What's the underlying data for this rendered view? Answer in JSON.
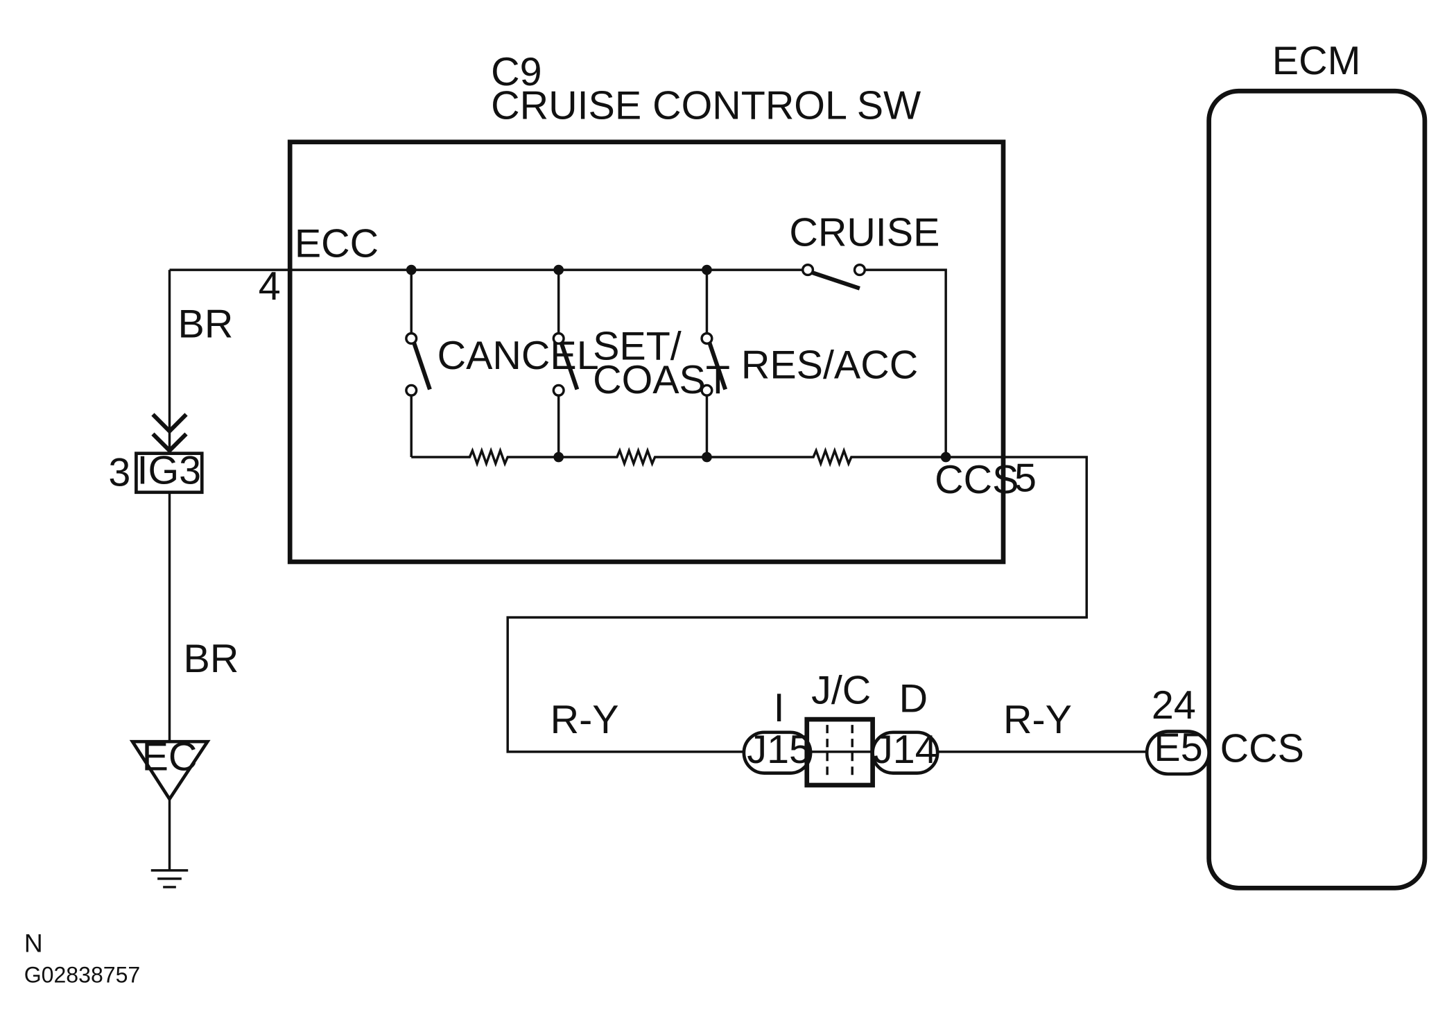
{
  "component": {
    "code": "C9",
    "name": "CRUISE CONTROL SW",
    "pins": {
      "ecc": "ECC",
      "ecc_number": "4",
      "ccs": "CCS",
      "ccs_number": "5"
    },
    "switches": {
      "cruise": "CRUISE",
      "cancel": "CANCEL",
      "set_coast_line1": "SET/",
      "set_coast_line2": "COAST",
      "res_acc": "RES/ACC"
    }
  },
  "ecm": {
    "name": "ECM",
    "pin_number": "24",
    "connector": "E5",
    "pin_name": "CCS"
  },
  "junction": {
    "name": "J/C",
    "left_pin": "I",
    "right_pin": "D",
    "left_connector": "J15",
    "right_connector": "J14"
  },
  "ignition": {
    "pin_number": "3",
    "connector": "IG3"
  },
  "ground": {
    "label": "EC"
  },
  "wire_colors": {
    "upper_br": "BR",
    "lower_br": "BR",
    "ry_left": "R-Y",
    "ry_right": "R-Y"
  },
  "footer": {
    "code": "N",
    "figure_id": "G02838757"
  }
}
